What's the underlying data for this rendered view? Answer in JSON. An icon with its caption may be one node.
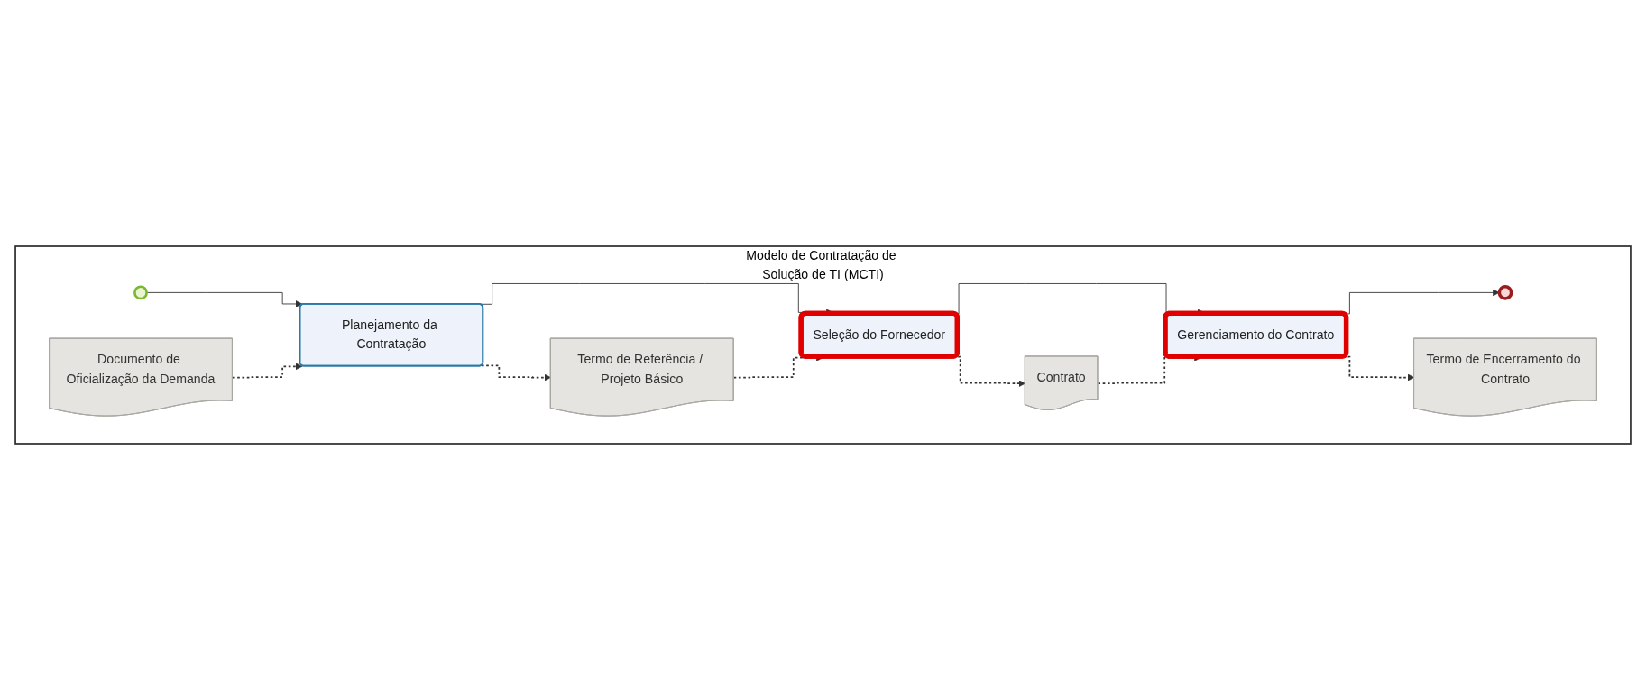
{
  "diagram": {
    "nodes": [
      {
        "text": [
          "Modelo de Contratação de Solução de TI (MCTI)"
        ]
      },
      {
        "text": [],
        "shape": "circle",
        "in": 0
      },
      {
        "text": [
          "Documento de Oficialização da Demanda"
        ],
        "in": 0
      },
      {
        "text": [
          "Planejamento da Contratação"
        ],
        "in": 0
      },
      {
        "text": [
          "Termo de Referência / Projeto Básico"
        ],
        "in": 0
      },
      {
        "text": [
          "Seleção do Fornecedor"
        ],
        "in": 0
      },
      {
        "text": [
          "Contrato"
        ],
        "in": 0
      },
      {
        "text": [
          "Gerenciamento do Contrato"
        ],
        "in": 0
      },
      {
        "text": [
          "Termo de Encerramento do Contrato"
        ],
        "in": 0
      },
      {
        "text": [],
        "shape": "circle",
        "in": 0
      }
    ],
    "edges": [
      {
        "from": 1,
        "to": 3,
        "arrow": "to"
      },
      {
        "from": 3,
        "to": 5,
        "arrow": "to"
      },
      {
        "from": 5,
        "to": 7,
        "arrow": "to"
      },
      {
        "from": 7,
        "to": 9,
        "arrow": "to"
      },
      {
        "from": 2,
        "to": 3,
        "arrow": "to",
        "style": "dashed"
      },
      {
        "from": 3,
        "to": 4,
        "arrow": "to",
        "style": "dashed"
      },
      {
        "from": 4,
        "to": 5,
        "arrow": "to",
        "style": "dashed"
      },
      {
        "from": 5,
        "to": 6,
        "arrow": "to",
        "style": "dashed"
      },
      {
        "from": 6,
        "to": 7,
        "arrow": "to",
        "style": "dashed"
      },
      {
        "from": 7,
        "to": 8,
        "arrow": "to",
        "style": "dashed"
      }
    ]
  }
}
